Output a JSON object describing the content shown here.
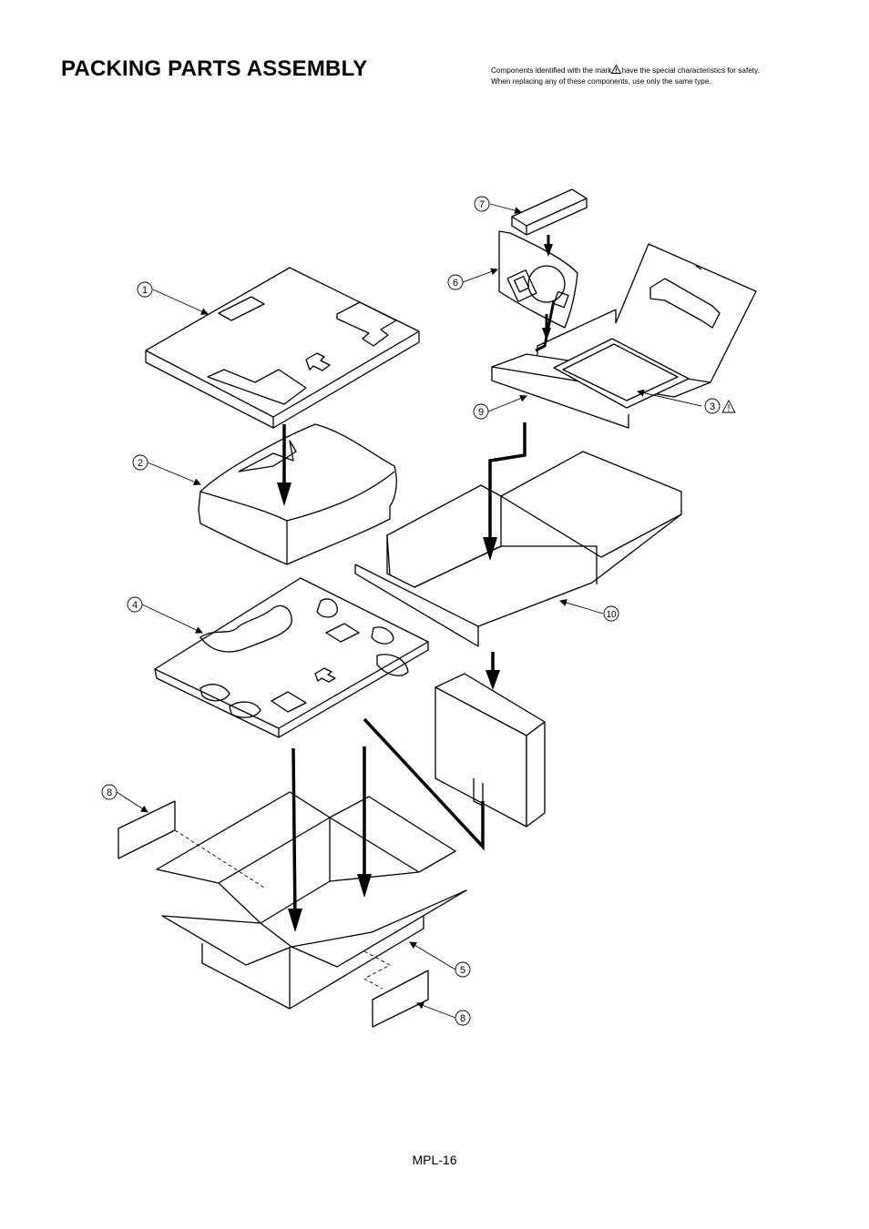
{
  "header": {
    "title": "PACKING PARTS ASSEMBLY",
    "notice_part1": "Components identified with the mark",
    "notice_part2": "have the special characteristics for safety.",
    "notice_line2": "When replacing any of these components, use only the same type."
  },
  "callouts": [
    "1",
    "2",
    "3",
    "4",
    "5",
    "6",
    "7",
    "8",
    "9",
    "10",
    "8"
  ],
  "footer": {
    "page": "MPL-16"
  }
}
